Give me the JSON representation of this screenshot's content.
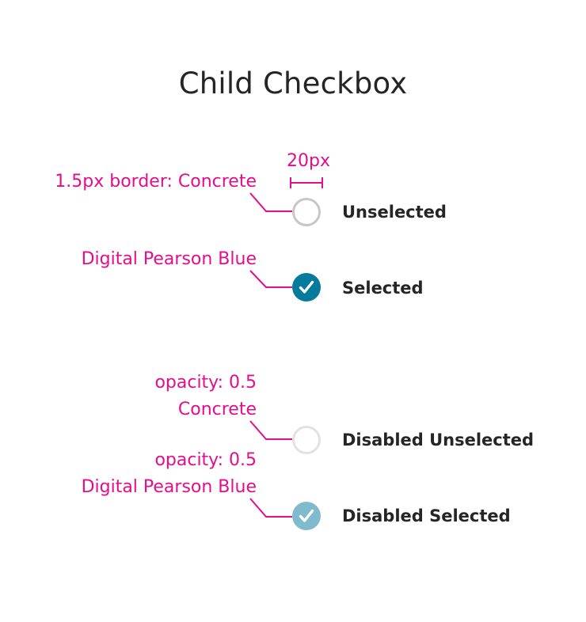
{
  "title": "Child Checkbox",
  "dimension_label": "20px",
  "items": [
    {
      "annotation_lines": [
        "1.5px border: Concrete"
      ],
      "label": "Unselected"
    },
    {
      "annotation_lines": [
        "Digital Pearson Blue"
      ],
      "label": "Selected"
    },
    {
      "annotation_lines": [
        "opacity: 0.5",
        "Concrete"
      ],
      "label": "Disabled Unselected"
    },
    {
      "annotation_lines": [
        "opacity: 0.5",
        "Digital Pearson Blue"
      ],
      "label": "Disabled Selected"
    }
  ],
  "colors": {
    "annotation": "#e30e8d",
    "concrete": "#c7c7c7",
    "digital_pearson_blue": "#047a9c",
    "text": "#252525"
  },
  "icons": [
    "checkmark-icon"
  ]
}
